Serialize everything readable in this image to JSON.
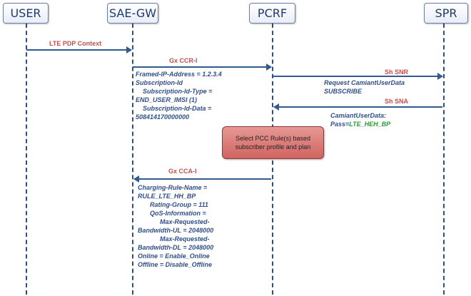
{
  "actors": {
    "user": "USER",
    "gw": "SAE-GW",
    "pcrf": "PCRF",
    "spr": "SPR"
  },
  "messages": {
    "lte_pdp": "LTE PDP Context",
    "ccr_i": "Gx CCR-I",
    "sh_snr": "Sh SNR",
    "sh_sna": "Sh SNA",
    "cca_i": "Gx CCA-I"
  },
  "notes": {
    "ccr_params": [
      "Framed-IP-Address = 1.2.3.4",
      "Subscription-Id",
      "Subscription-Id-Type =",
      "END_USER_IMSI (1)",
      "Subscription-Id-Data =",
      "508414170000000"
    ],
    "snr_params": [
      "Request CamiantUserData",
      "SUBSCRIBE"
    ],
    "sna_params": {
      "line1": "CamiantUserData:",
      "pass_label": "Pass=",
      "pass_value": "LTE_HEH_BP"
    },
    "cca_params": [
      "Charging-Rule-Name =",
      "RULE_LTE_HH_BP",
      "Rating-Group = 111",
      "QoS-Information =",
      "Max-Requested-",
      "Bandwidth-UL = 2048000",
      "Max-Requested-",
      "Bandwidth-DL = 2048000",
      "Online = Enable_Online",
      "Offline = Disable_Offline"
    ]
  },
  "action_box": "Select PCC Rule(s) based subscriber profile and plan",
  "colors": {
    "message_label": "#c0504d",
    "note_text": "#2f4f8c",
    "pass_value": "#2e9b3a",
    "lifeline": "#2f4f80",
    "action_fill": "#d9716e"
  }
}
